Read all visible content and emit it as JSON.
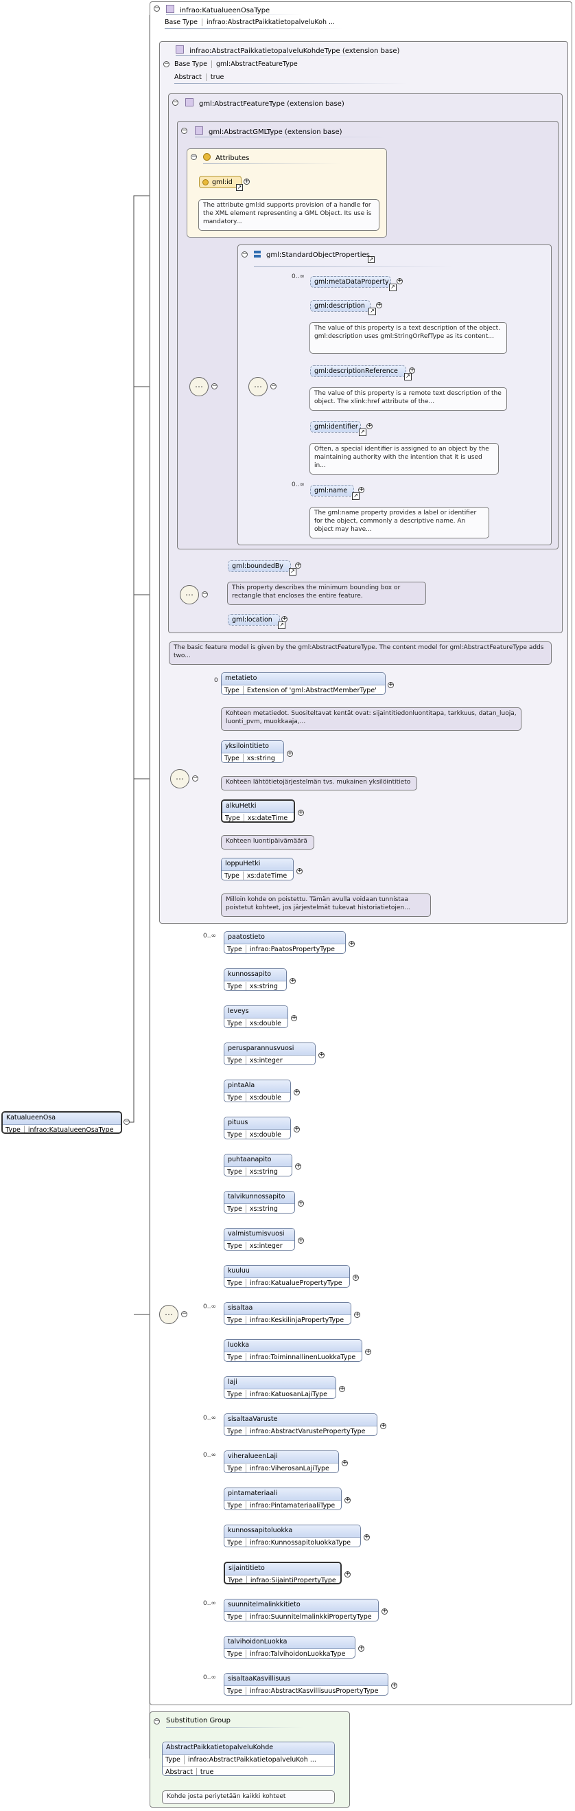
{
  "root": {
    "name": "KatualueenOsa",
    "type_key": "Type",
    "type": "infrao:KatualueenOsaType"
  },
  "complex_type": {
    "title": "infrao:KatualueenOsaType",
    "base_key": "Base Type",
    "base": "infrao:AbstractPaikkatietopalveluKoh ..."
  },
  "ext1": {
    "title": "infrao:AbstractPaikkatietopalveluKohdeType (extension base)",
    "base_key": "Base Type",
    "base": "gml:AbstractFeatureType",
    "abstract_key": "Abstract",
    "abstract": "true"
  },
  "ext2": {
    "title": "gml:AbstractFeatureType (extension base)"
  },
  "ext3": {
    "title": "gml:AbstractGMLType (extension base)"
  },
  "attributes": {
    "title": "Attributes",
    "id_name": "gml:id",
    "id_doc": "The attribute gml:id supports provision of a handle for the XML element representing a GML Object. Its use is mandatory..."
  },
  "std_group": {
    "title": "gml:StandardObjectProperties",
    "items": [
      {
        "name": "gml:metaDataProperty",
        "card": "0..∞",
        "doc": ""
      },
      {
        "name": "gml:description",
        "card": "",
        "doc": "The value of this property is a text description of the object. gml:description uses gml:StringOrRefType as its content..."
      },
      {
        "name": "gml:descriptionReference",
        "card": "",
        "doc": "The value of this property is a remote text description of the object. The xlink:href attribute of the..."
      },
      {
        "name": "gml:identifier",
        "card": "",
        "doc": "Often, a special identifier is assigned to an object by the maintaining authority with the intention that it is used in..."
      },
      {
        "name": "gml:name",
        "card": "0..∞",
        "doc": "The gml:name property provides a label or identifier for the object, commonly a descriptive name. An object may have..."
      }
    ]
  },
  "feature_props": {
    "boundedBy": "gml:boundedBy",
    "boundedBy_doc": "This property describes the minimum bounding box or rectangle that encloses the entire feature.",
    "location": "gml:location"
  },
  "feature_doc": "The basic feature model is given by the gml:AbstractFeatureType. The content model for gml:AbstractFeatureType adds two...",
  "abstract_seq": [
    {
      "name": "metatieto",
      "type": "Extension of 'gml:AbstractMemberType'",
      "card": "0",
      "doc": "Kohteen metatiedot. Suositeltavat kentät ovat: sijaintitiedonluontitapa, tarkkuus, datan_luoja, luonti_pvm, muokkaaja,..."
    },
    {
      "name": "yksilointitieto",
      "type": "xs:string",
      "card": "",
      "doc": "Kohteen lähtötietojärjestelmän tvs. mukainen yksilöintitieto"
    },
    {
      "name": "alkuHetki",
      "type": "xs:dateTime",
      "card": "",
      "doc": "Kohteen luontipäivämäärä"
    },
    {
      "name": "loppuHetki",
      "type": "xs:dateTime",
      "card": "",
      "doc": "Milloin kohde on poistettu. Tämän avulla voidaan tunnistaa poistetut kohteet, jos järjestelmät tukevat historiatietojen..."
    }
  ],
  "main_seq": [
    {
      "name": "paatostieto",
      "type": "infrao:PaatosPropertyType",
      "card": "0..∞"
    },
    {
      "name": "kunnossapito",
      "type": "xs:string",
      "card": ""
    },
    {
      "name": "leveys",
      "type": "xs:double",
      "card": ""
    },
    {
      "name": "perusparannusvuosi",
      "type": "xs:integer",
      "card": ""
    },
    {
      "name": "pintaAla",
      "type": "xs:double",
      "card": ""
    },
    {
      "name": "pituus",
      "type": "xs:double",
      "card": ""
    },
    {
      "name": "puhtaanapito",
      "type": "xs:string",
      "card": ""
    },
    {
      "name": "talvikunnossapito",
      "type": "xs:string",
      "card": ""
    },
    {
      "name": "valmistumisvuosi",
      "type": "xs:integer",
      "card": ""
    },
    {
      "name": "kuuluu",
      "type": "infrao:KatualuePropertyType",
      "card": ""
    },
    {
      "name": "sisaltaa",
      "type": "infrao:KeskilinjaPropertyType",
      "card": "0..∞"
    },
    {
      "name": "luokka",
      "type": "infrao:ToiminnallinenLuokkaType",
      "card": ""
    },
    {
      "name": "laji",
      "type": "infrao:KatuosanLajiType",
      "card": ""
    },
    {
      "name": "sisaltaaVaruste",
      "type": "infrao:AbstractVarustePropertyType",
      "card": "0..∞"
    },
    {
      "name": "viheralueenLaji",
      "type": "infrao:ViherosanLajiType",
      "card": "0..∞"
    },
    {
      "name": "pintamateriaali",
      "type": "infrao:PintamateriaaliType",
      "card": ""
    },
    {
      "name": "kunnossapitoluokka",
      "type": "infrao:KunnossapitoluokkaType",
      "card": ""
    },
    {
      "name": "sijaintitieto",
      "type": "infrao:SijaintiPropertyType",
      "card": ""
    },
    {
      "name": "suunnitelmalinkkitieto",
      "type": "infrao:SuunnitelmalinkkiPropertyType",
      "card": "0..∞"
    },
    {
      "name": "talvihoidonLuokka",
      "type": "infrao:TalvihoidonLuokkaType",
      "card": ""
    },
    {
      "name": "sisaltaaKasvillisuus",
      "type": "infrao:AbstractKasvillisuusPropertyType",
      "card": "0..∞"
    }
  ],
  "substitution": {
    "title": "Substitution Group",
    "name": "AbstractPaikkatietopalveluKohde",
    "type_key": "Type",
    "type": "infrao:AbstractPaikkatietopalveluKoh ...",
    "abstract_key": "Abstract",
    "abstract": "true",
    "doc": "Kohde josta periytetään kaikki kohteet"
  },
  "labels": {
    "type": "Type",
    "plus": "+",
    "minus": "−",
    "seq": "⋯"
  }
}
